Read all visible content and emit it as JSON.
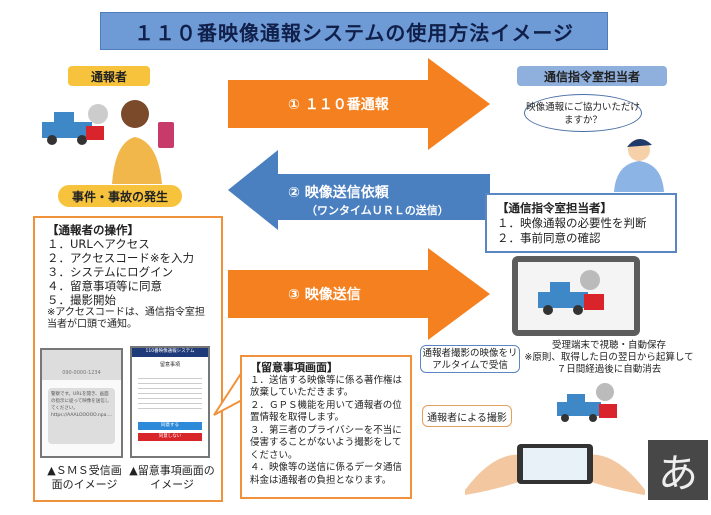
{
  "title": "１１０番映像通報システムの使用方法イメージ",
  "labels": {
    "reporter": "通報者",
    "dispatcher": "通信指令室担当者",
    "event": "事件・事故の発生"
  },
  "arrows": [
    {
      "label": "① １１０番通報",
      "color": "#f5801f"
    },
    {
      "label": "② 映像送信依頼",
      "sub": "（ワンタイムＵＲＬの送信）",
      "color": "#4a7fc0"
    },
    {
      "label": "③ 映像送信",
      "color": "#f5801f"
    }
  ],
  "reporter_ops": {
    "heading": "【通報者の操作】",
    "steps": [
      "１．URLへアクセス",
      "２．アクセスコード※を入力",
      "３．システムにログイン",
      "４．留意事項等に同意",
      "５．撮影開始"
    ],
    "note": "※アクセスコードは、通信指令室担当者が口頭で通知。"
  },
  "sms_mock": {
    "number": "090-0000-1234",
    "message": "警察です。URLを開き、画面の指示に従って映像を送信してください。https://AAALOOOOO.npa...."
  },
  "notice_mock": {
    "header": "110番映像通報システム",
    "title": "留意事項",
    "agree": "同意する",
    "disagree": "同意しない"
  },
  "captions": {
    "sms": "▲ＳＭＳ受信画面のイメージ",
    "notice": "▲留意事項画面のイメージ"
  },
  "notices": {
    "heading": "【留意事項画面】",
    "items": [
      "１．送信する映像等に係る著作権は放棄していただきます。",
      "２．ＧＰＳ機能を用いて通報者の位置情報を取得します。",
      "３．第三者のプライバシーを不当に侵害することがないよう撮影をしてください。",
      "４．映像等の送信に係るデータ通信料金は通報者の負担となります。"
    ]
  },
  "dispatcher": {
    "speech": "映像通報にご協力いただけますか？",
    "heading": "【通信指令室担当者】",
    "steps": [
      "１．映像通報の必要性を判断",
      "２．事前同意の確認"
    ]
  },
  "receive_callout": "通報者撮影の映像をリアルタイムで受信",
  "storage": {
    "line1": "受理端末で視聴・自動保存",
    "line2": "※原則、取得した日の翌日から起算して７日間経過後に自動消去"
  },
  "shoot_callout": "通報者による撮影",
  "ime_indicator": "あ"
}
